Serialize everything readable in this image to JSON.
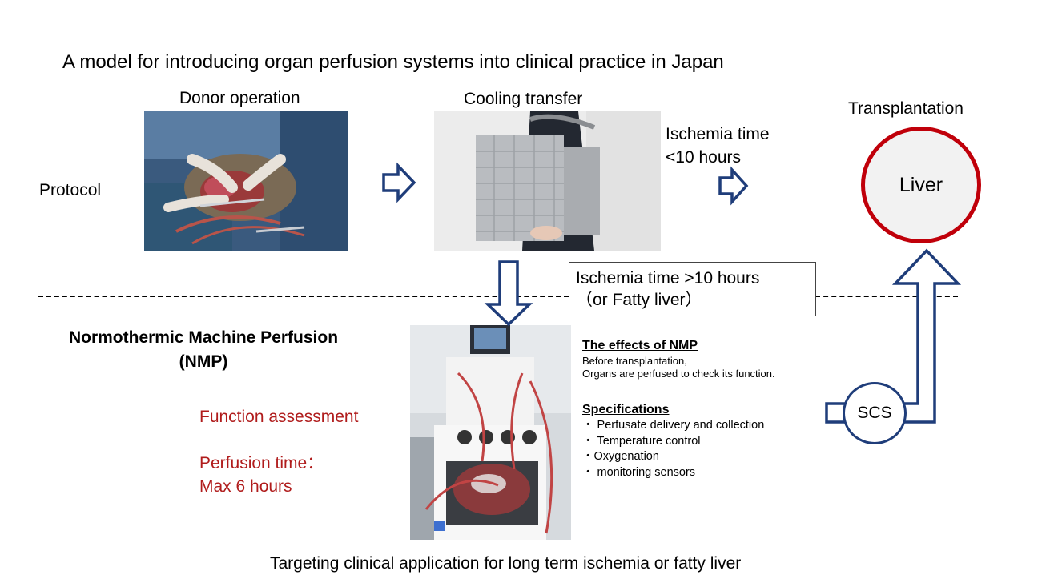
{
  "title": "A model for introducing organ perfusion systems into clinical practice in Japan",
  "protocol_label": "Protocol",
  "steps": {
    "donor_operation": "Donor operation",
    "cooling_transfer": "Cooling transfer",
    "transplantation": "Transplantation"
  },
  "ischemia_short": [
    "Ischemia time",
    "<10 hours"
  ],
  "ischemia_long_box": [
    "Ischemia time >10 hours",
    "（or Fatty liver）"
  ],
  "liver_label": "Liver",
  "scs_label": "SCS",
  "nmp": {
    "title_line1": "Normothermic Machine Perfusion",
    "title_line2": "(NMP)",
    "function_assessment": "Function assessment",
    "perfusion_time_line1": "Perfusion time：",
    "perfusion_time_line2": "Max 6 hours"
  },
  "effects": {
    "heading": "The effects of NMP",
    "line1": "Before transplantation,",
    "line2": "Organs are perfused to check its function."
  },
  "specifications": {
    "heading": "Specifications",
    "items": [
      "・ Perfusate delivery and collection",
      "・ Temperature control",
      "・Oxygenation",
      "・ monitoring sensors"
    ]
  },
  "footer": "Targeting clinical application for long term ischemia or fatty liver",
  "colors": {
    "arrow_blue": "#1f3d7a",
    "liver_ring": "#c0000a",
    "red_text": "#b01c1c"
  }
}
